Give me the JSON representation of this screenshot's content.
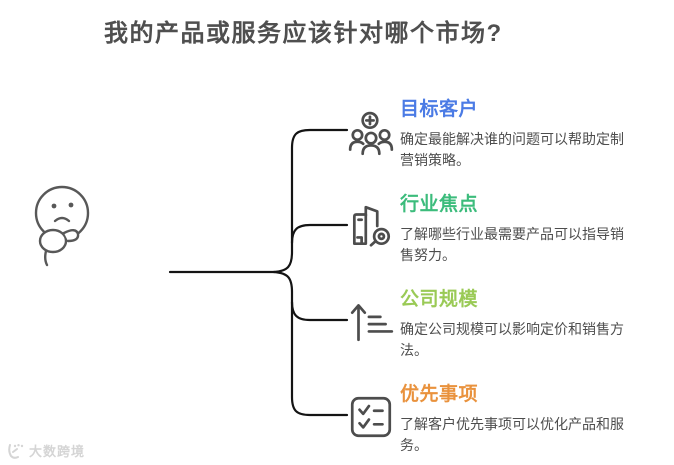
{
  "title": "我的产品或服务应该针对哪个市场?",
  "watermark": "大数跨境",
  "colors": {
    "title_text": "#4f4f4f",
    "body_text": "#4d4d4d",
    "line": "#141414",
    "icon_stroke": "#4d4d4d",
    "watermark_gray": "#d5d5d5"
  },
  "items": [
    {
      "heading": "目标客户",
      "description": "确定最能解决谁的问题可以帮助定制营销策略。",
      "color": "#4b7be5",
      "icon": "user-group-plus-icon"
    },
    {
      "heading": "行业焦点",
      "description": "了解哪些行业最需要产品可以指导销售努力。",
      "color": "#3cbc7c",
      "icon": "building-magnifier-icon"
    },
    {
      "heading": "公司规模",
      "description": "确定公司规模可以影响定价和销售方法。",
      "color": "#9aca56",
      "icon": "ascending-list-arrow-icon"
    },
    {
      "heading": "优先事项",
      "description": "了解客户优先事项可以优化产品和服务。",
      "color": "#e9923d",
      "icon": "checklist-icon"
    }
  ]
}
